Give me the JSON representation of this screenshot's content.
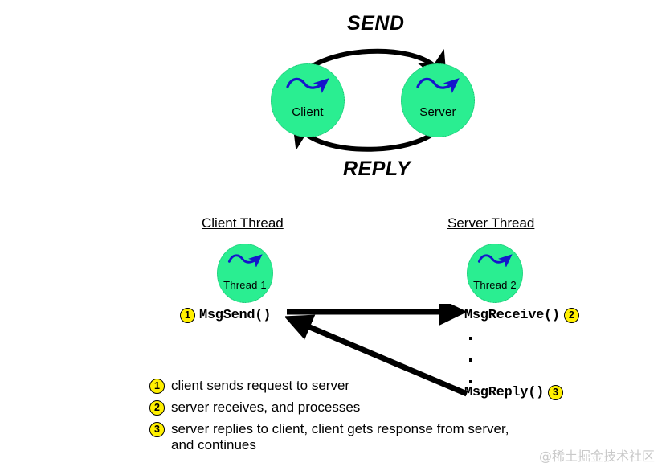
{
  "diagram": {
    "title_concept": "Send/Reply message passing between client and server",
    "top": {
      "client": {
        "label": "Client",
        "icon": "squiggle-arrow-icon"
      },
      "server": {
        "label": "Server",
        "icon": "squiggle-arrow-icon"
      },
      "send_label": "SEND",
      "reply_label": "REPLY"
    },
    "threads": {
      "client_heading": "Client Thread",
      "server_heading": "Server Thread",
      "client_node": {
        "label": "Thread 1",
        "icon": "squiggle-arrow-icon"
      },
      "server_node": {
        "label": "Thread 2",
        "icon": "squiggle-arrow-icon"
      },
      "calls": {
        "msg_send": {
          "name": "MsgSend()",
          "badge": "1"
        },
        "msg_receive": {
          "name": "MsgReceive()",
          "badge": "2"
        },
        "msg_reply": {
          "name": "MsgReply()",
          "badge": "3"
        }
      },
      "ellipsis_dots": 3
    },
    "legend": [
      {
        "badge": "1",
        "text": "client sends request to server"
      },
      {
        "badge": "2",
        "text": "server receives, and processes"
      },
      {
        "badge": "3",
        "text": "server replies to client, client gets response from server,\n    and continues"
      }
    ],
    "watermark": "@稀土掘金技术社区",
    "colors": {
      "node_green": "#2AEE91",
      "badge_yellow": "#FFF000",
      "squiggle_blue": "#1515CC",
      "arrow_black": "#000000",
      "background": "#FFFFFF"
    }
  }
}
